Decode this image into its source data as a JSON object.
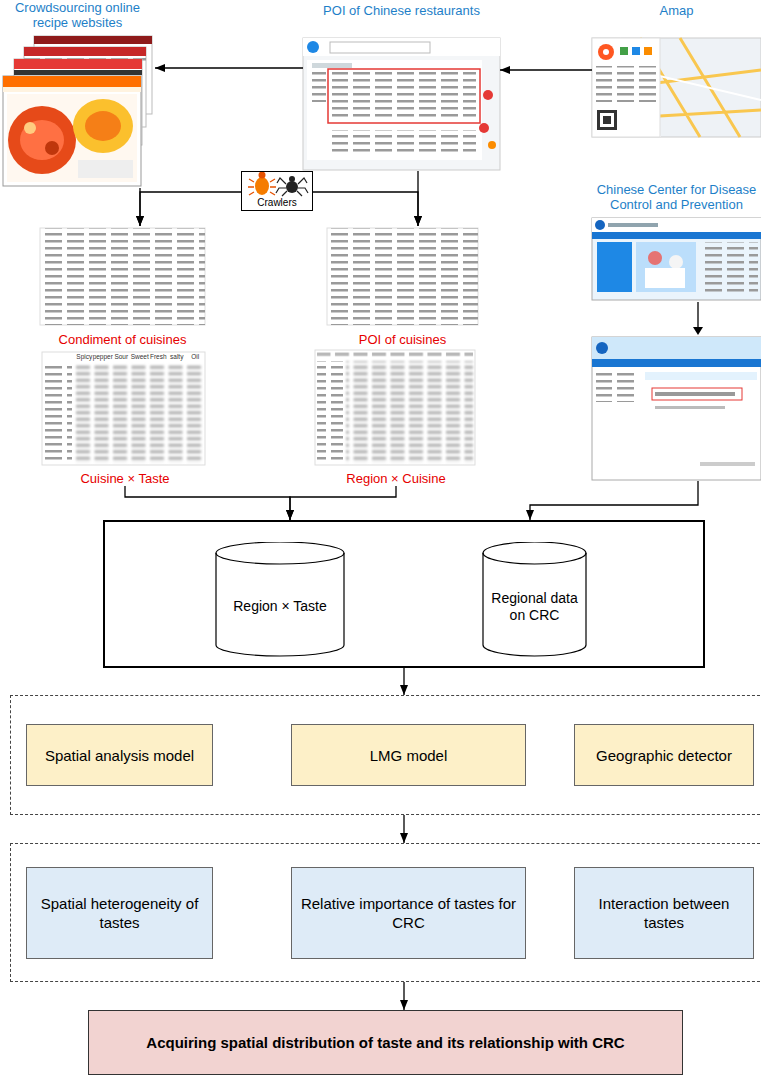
{
  "diagram": {
    "nodes": [
      {
        "text": [
          "Crowdsourcing online recipe websites"
        ]
      },
      {
        "text": [
          "POI of Chinese restaurants"
        ]
      },
      {
        "text": [
          "Amap"
        ]
      },
      {
        "text": [
          "Crawlers"
        ]
      },
      {
        "text": [
          "Chinese Center for Disease Control and Prevention"
        ]
      },
      {
        "text": [
          "Condiment of cuisines"
        ]
      },
      {
        "text": [
          "POI of cuisines"
        ]
      },
      {
        "text": [
          "Cuisine × Taste"
        ]
      },
      {
        "text": [
          "Region × Cuisine"
        ]
      },
      {
        "text": []
      },
      {
        "text": [
          "Region × Taste"
        ],
        "in": 9
      },
      {
        "text": [
          "Regional data on CRC"
        ],
        "in": 9
      },
      {
        "text": []
      },
      {
        "text": [
          "Spatial analysis model"
        ],
        "in": 12
      },
      {
        "text": [
          "LMG model"
        ],
        "in": 12
      },
      {
        "text": [
          "Geographic detector"
        ],
        "in": 12
      },
      {
        "text": []
      },
      {
        "text": [
          "Spatial heterogeneity of tastes"
        ],
        "in": 16
      },
      {
        "text": [
          "Relative importance of tastes for CRC"
        ],
        "in": 16
      },
      {
        "text": [
          "Interaction between tastes"
        ],
        "in": 16
      },
      {
        "text": [
          "Acquiring spatial distribution of taste and its relationship with CRC"
        ]
      }
    ],
    "edges": [
      {
        "from": 2,
        "to": 1,
        "arrow": "to"
      },
      {
        "from": 1,
        "to": 0,
        "arrow": "to"
      },
      {
        "from": 0,
        "to": 5,
        "arrow": "to"
      },
      {
        "from": 3,
        "to": 5,
        "arrow": "to"
      },
      {
        "from": 1,
        "to": 6,
        "arrow": "to"
      },
      {
        "from": 3,
        "to": 6,
        "arrow": "to"
      },
      {
        "from": 7,
        "to": 9,
        "arrow": "to"
      },
      {
        "from": 8,
        "to": 9,
        "arrow": "to"
      },
      {
        "from": 4,
        "to": 9,
        "arrow": "to"
      },
      {
        "from": 9,
        "to": 12,
        "arrow": "to"
      },
      {
        "from": 12,
        "to": 16,
        "arrow": "to"
      },
      {
        "from": 16,
        "to": 20,
        "arrow": "to"
      }
    ],
    "labels": [
      "Spicy",
      "pepper",
      "Sour",
      "Sweet",
      "Fresh",
      "salty",
      "Oil"
    ]
  }
}
